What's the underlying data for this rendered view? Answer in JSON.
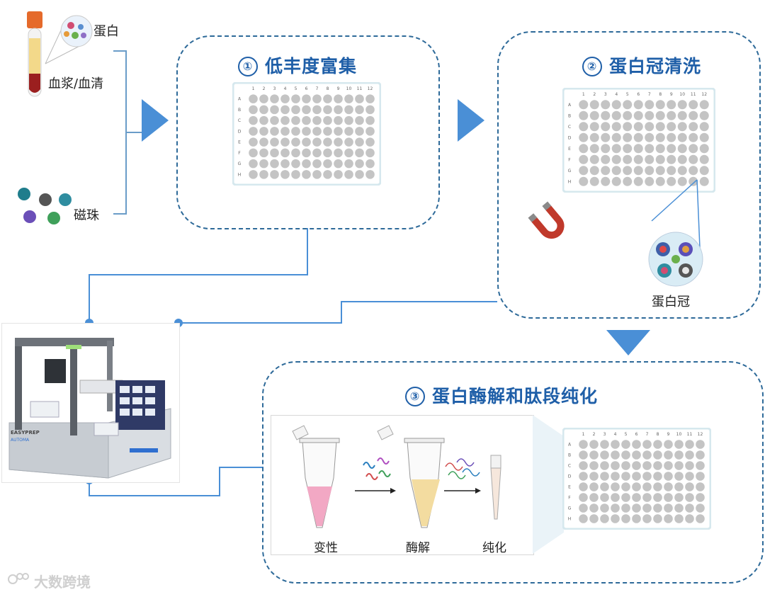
{
  "inputs": {
    "protein_label": "蛋白",
    "plasma_label": "血浆/血清",
    "beads_label": "磁珠"
  },
  "steps": [
    {
      "number": "①",
      "title": "低丰度富集"
    },
    {
      "number": "②",
      "title": "蛋白冠清洗"
    },
    {
      "number": "③",
      "title": "蛋白酶解和肽段纯化"
    }
  ],
  "corona_label": "蛋白冠",
  "digest_steps": [
    "变性",
    "酶解",
    "纯化"
  ],
  "plate": {
    "columns": [
      "1",
      "2",
      "3",
      "4",
      "5",
      "6",
      "7",
      "8",
      "9",
      "10",
      "11",
      "12"
    ],
    "rows": [
      "A",
      "B",
      "C",
      "D",
      "E",
      "F",
      "G",
      "H"
    ]
  },
  "instrument": {
    "brand_text": "EASYPREP",
    "sub_text": "AUTOMA"
  },
  "watermark": "大数跨境",
  "colors": {
    "accent_blue": "#1f5fa8",
    "dashed_border": "#2e6a99",
    "arrow_blue": "#4a8fd6",
    "well_gray": "#c4c4c4",
    "plate_border": "#d6e8ee"
  }
}
